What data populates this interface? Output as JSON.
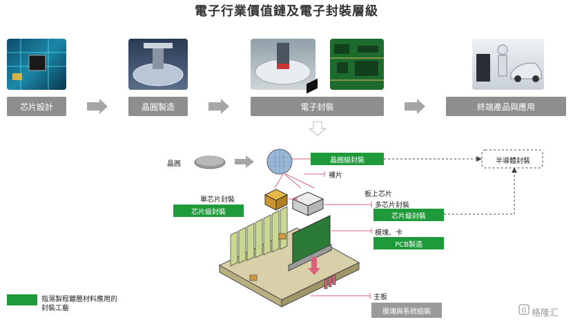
{
  "title": "電子行業價值鏈及電子封裝層級",
  "stages": [
    {
      "label": "芯片設計",
      "photo_icon": "circuit-board-photo"
    },
    {
      "label": "晶圓製造",
      "photo_icon": "wafer-fab-photo"
    },
    {
      "label": "電子封裝",
      "photo_icon": "chip-packaging-photo"
    },
    {
      "label": "終端產品與應用",
      "photo_icon": "end-products-photo"
    }
  ],
  "hierarchy": {
    "wafer_label": "晶圓",
    "wafer_level": "晶圓級封裝",
    "bare_die": "裸片",
    "semiconductor_packaging": "半導體封裝",
    "single_chip_package": "單芯片封裝",
    "chip_level_left": "芯片級封裝",
    "chip_on_board": "板上芯片",
    "multi_chip_package": "多芯片封裝",
    "chip_level_right": "芯片級封裝",
    "module_card": "模塊、卡",
    "pcb_manufacturing": "PCB製造",
    "motherboard": "主板",
    "module_system_assembly": "模塊與系統組裝"
  },
  "legend": {
    "line1": "指濕製程鍍層材料應用的",
    "line2": "封裝工藝"
  },
  "watermark": "格隆汇",
  "colors": {
    "green": "#1f9a3a",
    "gray": "#8e8e8e",
    "pink": "#d8627a"
  }
}
